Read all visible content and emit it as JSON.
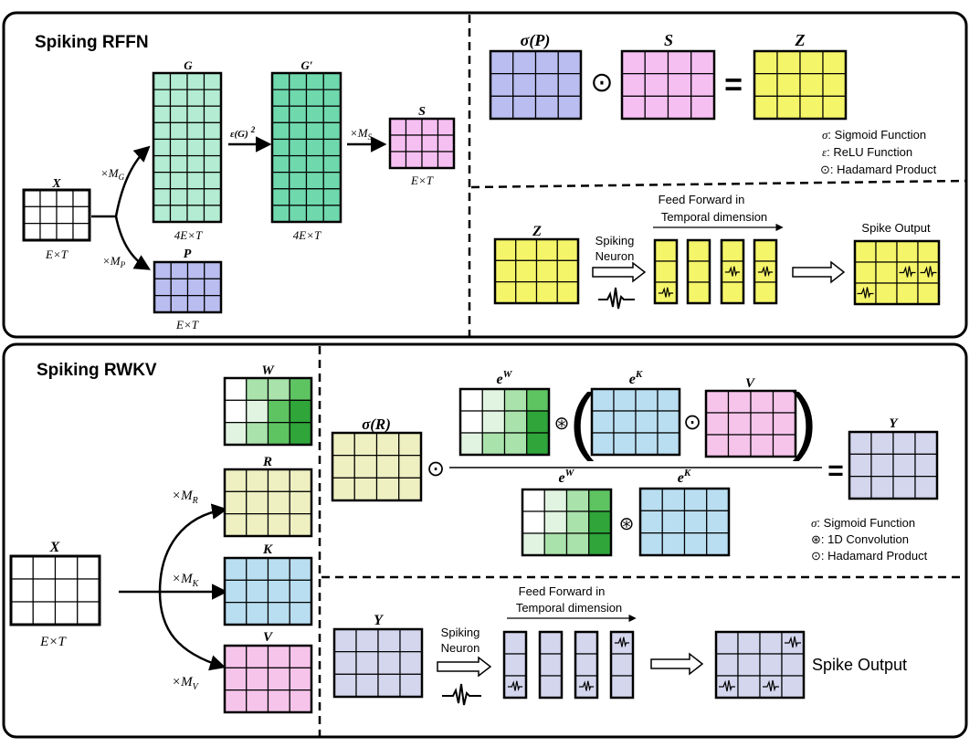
{
  "colors": {
    "green": "#b3ecd2",
    "green_dark": "#6fd8ad",
    "purple": "#b9bdf0",
    "pink": "#f6bff2",
    "yellow": "#f5f56a",
    "yellow_light": "#eef0c2",
    "blue": "#b9def1",
    "pink_light": "#f6c4ea",
    "lavender": "#d4d6ee",
    "wgreen_1": "#ffffff",
    "wgreen_2": "#e1f4e1",
    "wgreen_3": "#a9e2ab",
    "wgreen_4": "#5ec462",
    "wgreen_5": "#2fa53a"
  },
  "rffn": {
    "title": "Spiking RFFN",
    "x": {
      "label": "X",
      "dim": "E×T"
    },
    "mg": {
      "base": "×M",
      "sub": "G"
    },
    "mp": {
      "base": "×M",
      "sub": "P"
    },
    "g": {
      "label": "G",
      "dim": "4E×T"
    },
    "g_prime": {
      "label": "G′",
      "dim": "4E×T"
    },
    "eps_op": {
      "text": "ε(G)",
      "sup": "2"
    },
    "ms": {
      "base": "×M",
      "sub": "S"
    },
    "s": {
      "label": "S",
      "dim": "E×T"
    },
    "p": {
      "label": "P",
      "dim": "E×T"
    },
    "eq": {
      "sigma_p": "σ(P)",
      "odot": "⊙",
      "s": "S",
      "equals": "=",
      "z": "Z"
    },
    "legend": [
      {
        "sym": "σ",
        "text": ": Sigmoid Function"
      },
      {
        "sym": "ε",
        "text": ": ReLU Function"
      },
      {
        "sym": "⊙",
        "text": ": Hadamard Product"
      }
    ],
    "spike": {
      "z": "Z",
      "neuron_1": "Spiking",
      "neuron_2": "Neuron",
      "ff_1": "Feed Forward in",
      "ff_2": "Temporal dimension",
      "output": "Spike Output"
    }
  },
  "rwkv": {
    "title": "Spiking RWKV",
    "x": {
      "label": "X",
      "dim": "E×T"
    },
    "w": "W",
    "r": "R",
    "k": "K",
    "v": "V",
    "mr": {
      "base": "×M",
      "sub": "R"
    },
    "mk": {
      "base": "×M",
      "sub": "K"
    },
    "mv": {
      "base": "×M",
      "sub": "V"
    },
    "eq": {
      "sigma_r": "σ(R)",
      "odot": "⊙",
      "ew": {
        "base": "e",
        "sup": "W"
      },
      "ek": {
        "base": "e",
        "sup": "K"
      },
      "conv": "⊛",
      "v": "V",
      "equals": "=",
      "y": "Y"
    },
    "legend": [
      {
        "sym": "σ",
        "text": ": Sigmoid Function"
      },
      {
        "sym": "⊛",
        "text": ": 1D Convolution"
      },
      {
        "sym": "⊙",
        "text": ": Hadamard Product"
      }
    ],
    "spike": {
      "y": "Y",
      "neuron_1": "Spiking",
      "neuron_2": "Neuron",
      "ff_1": "Feed Forward in",
      "ff_2": "Temporal dimension",
      "output": "Spike Output"
    }
  }
}
